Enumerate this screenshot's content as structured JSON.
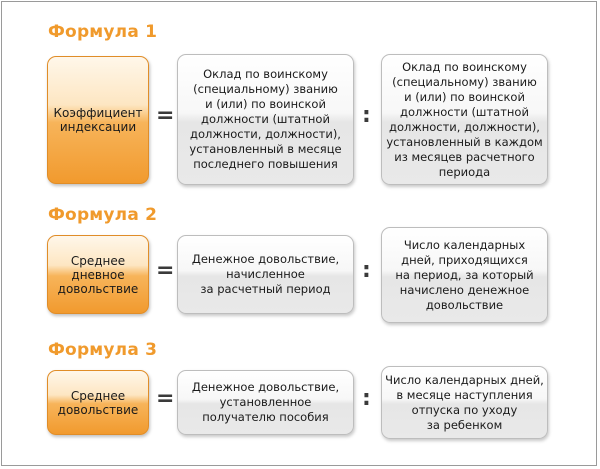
{
  "formulas": [
    {
      "title": "Формула 1",
      "result": "Коэффициент\nиндексации",
      "equals": "=",
      "divide": ":",
      "numerator": "Оклад по воинскому\n(специальному) званию\nи (или) по воинской\nдолжности (штатной\nдолжности, должности),\nустановленный в месяце\nпоследнего повышения",
      "denominator": "Оклад по воинскому\n(специальному) званию\nи (или) по воинской\nдолжности (штатной\nдолжности, должности),\nустановленный в каждом\nиз месяцев расчетного\nпериода"
    },
    {
      "title": "Формула 2",
      "result": "Среднее\nдневное\nдовольствие",
      "equals": "=",
      "divide": ":",
      "numerator": "Денежное довольствие,\nначисленное\nза расчетный период",
      "denominator": "Число календарных\nдней, приходящихся\nна период, за который\nначислено денежное\nдовольствие"
    },
    {
      "title": "Формула 3",
      "result": "Среднее\nдовольствие",
      "equals": "=",
      "divide": ":",
      "numerator": "Денежное довольствие,\nустановленное\nполучателю пособия",
      "denominator": "Число календарных дней,\nв месяце наступления\nотпуска по уходу\nза ребенком"
    }
  ],
  "colors": {
    "title": "#f09a2c",
    "result_box": "#f19a2e",
    "operand_box": "#e6e6e6"
  }
}
